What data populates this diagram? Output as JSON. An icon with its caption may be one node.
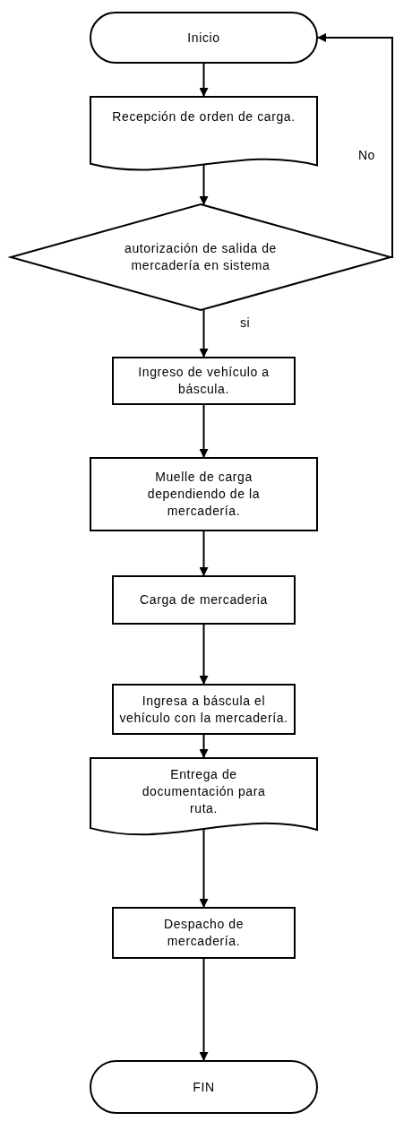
{
  "diagram": {
    "nodes": [
      {
        "text": [
          "Inicio"
        ]
      },
      {
        "text": [
          "Recepción de orden de carga."
        ]
      },
      {
        "text": [
          "autorización de salida de mercadería en sistema"
        ]
      },
      {
        "text": [
          "Ingreso de vehículo a báscula."
        ]
      },
      {
        "text": [
          "Muelle de carga dependiendo de la mercadería."
        ]
      },
      {
        "text": [
          "Carga de mercaderia"
        ]
      },
      {
        "text": [
          "Ingresa a báscula el vehículo con la mercadería."
        ]
      },
      {
        "text": [
          "Entrega de documentación para ruta."
        ]
      },
      {
        "text": [
          "Despacho de mercadería."
        ]
      },
      {
        "text": [
          "FIN"
        ]
      }
    ],
    "edges": [
      {
        "from": 0,
        "to": 1,
        "arrow": "to"
      },
      {
        "from": 1,
        "to": 2,
        "arrow": "to"
      },
      {
        "from": 2,
        "to": 3,
        "arrow": "to",
        "label": "si"
      },
      {
        "from": 3,
        "to": 4,
        "arrow": "to"
      },
      {
        "from": 4,
        "to": 5,
        "arrow": "to"
      },
      {
        "from": 5,
        "to": 6,
        "arrow": "to"
      },
      {
        "from": 6,
        "to": 7,
        "arrow": "to"
      },
      {
        "from": 7,
        "to": 8,
        "arrow": "to"
      },
      {
        "from": 8,
        "to": 9,
        "arrow": "to"
      },
      {
        "from": 2,
        "to": 0,
        "arrow": "to",
        "label": "No"
      }
    ]
  }
}
